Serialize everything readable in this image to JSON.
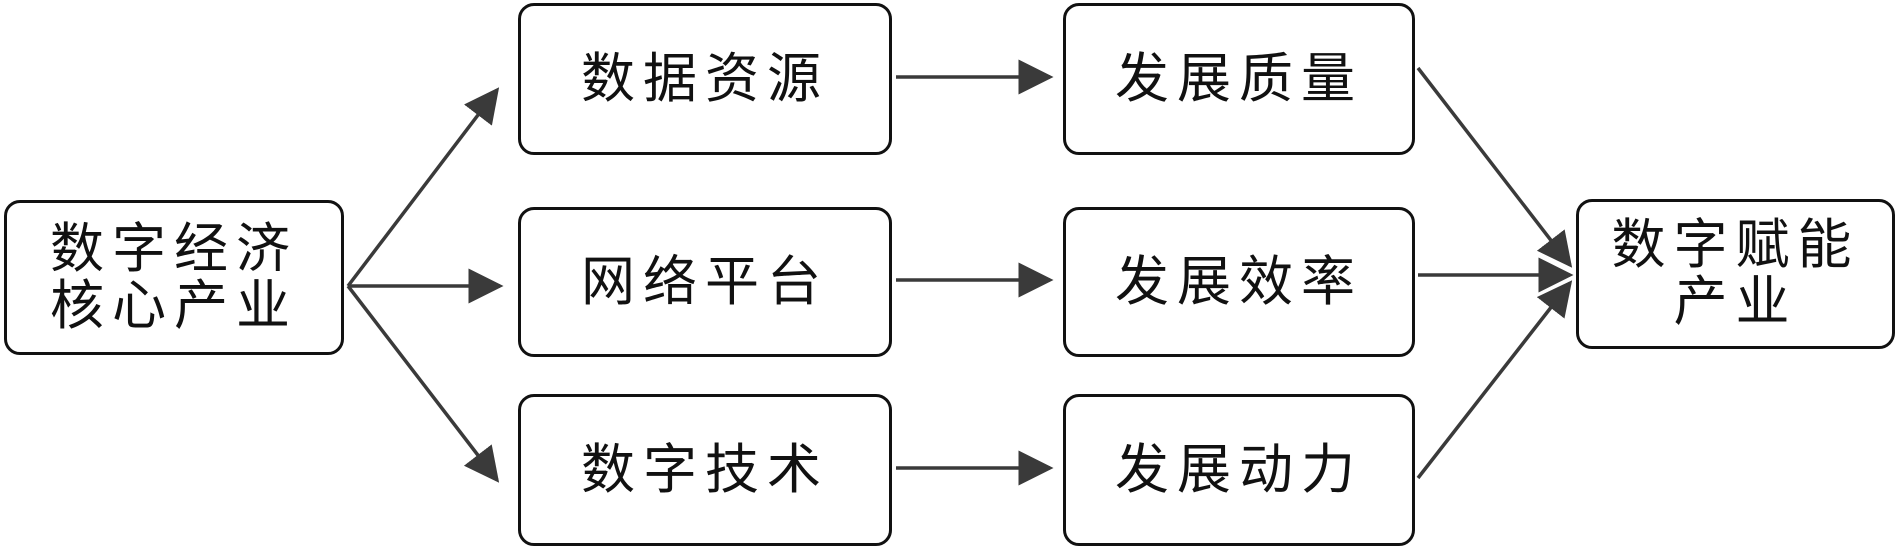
{
  "nodes": {
    "source": {
      "line1": "数字经济",
      "line2": "核心产业"
    },
    "data_resources": {
      "label": "数据资源"
    },
    "network_platform": {
      "label": "网络平台"
    },
    "digital_technology": {
      "label": "数字技术"
    },
    "development_quality": {
      "label": "发展质量"
    },
    "development_efficiency": {
      "label": "发展效率"
    },
    "development_momentum": {
      "label": "发展动力"
    },
    "target": {
      "line1": "数字赋能",
      "line2": "产业"
    }
  },
  "colors": {
    "stroke": "#111111",
    "arrow": "#3a3a3a",
    "background": "#ffffff"
  }
}
